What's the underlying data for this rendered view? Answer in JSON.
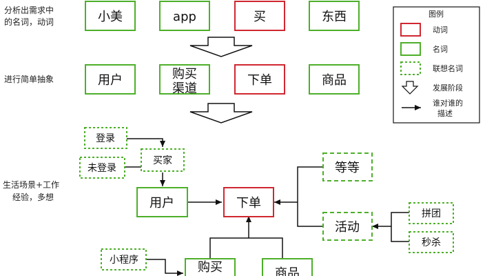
{
  "colors": {
    "verb": "#d0262f",
    "noun": "#4caf28",
    "assoc": "#4caf28",
    "line": "#111111"
  },
  "row_labels": {
    "analysis": [
      "分析出需求中",
      "的名词，动词"
    ],
    "abstract": "进行简单抽象",
    "scenario": [
      "生活场景+工作",
      "经验，多想"
    ]
  },
  "row1": {
    "xiaomei": "小美",
    "app": "app",
    "buy": "买",
    "stuff": "东西"
  },
  "row2": {
    "user": "用户",
    "channel": [
      "购买",
      "渠道"
    ],
    "order": "下单",
    "goods": "商品"
  },
  "scene": {
    "login": "登录",
    "not_login": "未登录",
    "buyer": "买家",
    "user": "用户",
    "order": "下单",
    "etc": "等等",
    "activity": "活动",
    "group": "拼团",
    "flash": "秒杀",
    "mini": "小程序",
    "buy_channel": "购买",
    "goods": "商品"
  },
  "legend": {
    "title": "图例",
    "verb": "动词",
    "noun": "名词",
    "assoc": "联想名词",
    "phase": "发展阶段",
    "describe": [
      "谁对谁的",
      "描述"
    ]
  }
}
